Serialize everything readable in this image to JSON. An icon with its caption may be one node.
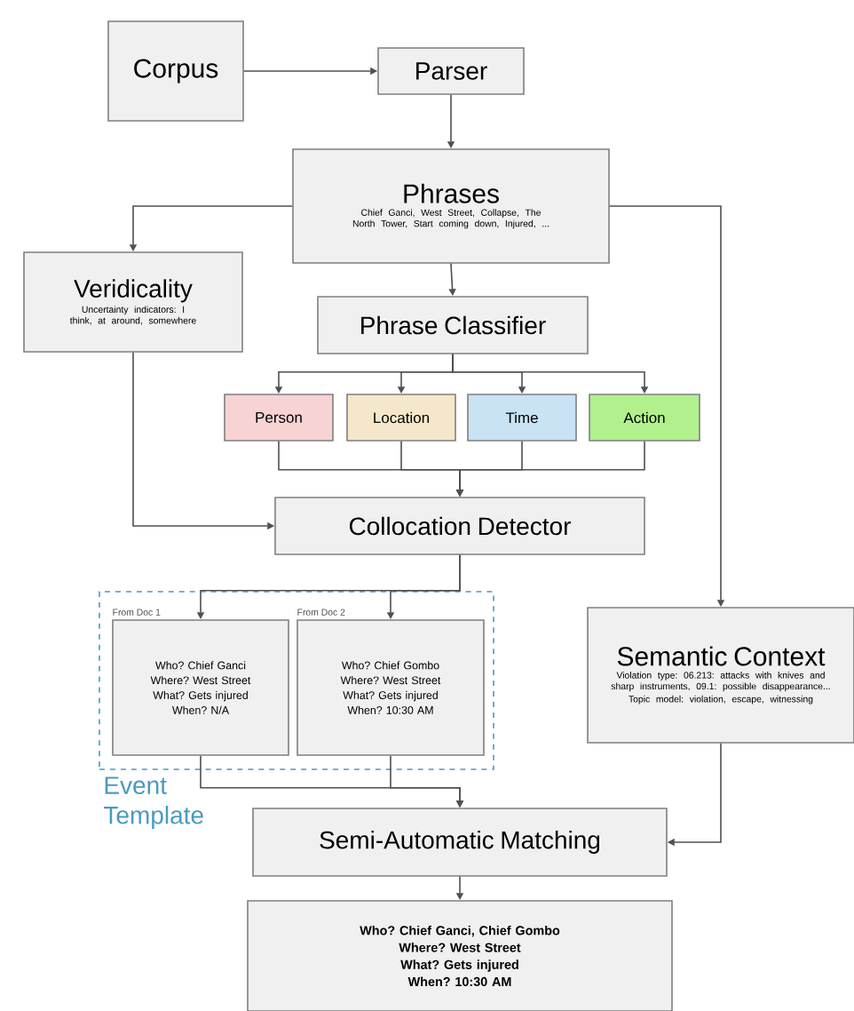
{
  "diagram": {
    "nodes": [
      {
        "text": [
          "Corpus"
        ]
      },
      {
        "text": [
          "Parser"
        ]
      },
      {
        "text": [
          "Phrases",
          "Chief Ganci, West Street, Collapse, The North Tower, Start coming down, Injured, ..."
        ]
      },
      {
        "text": [
          "Veridicality",
          "Uncertainty indicators: I think, at around, somewhere"
        ]
      },
      {
        "text": [
          "Phrase Classifier"
        ]
      },
      {
        "text": [
          "Person"
        ]
      },
      {
        "text": [
          "Location"
        ]
      },
      {
        "text": [
          "Time"
        ]
      },
      {
        "text": [
          "Action"
        ]
      },
      {
        "text": [
          "Collocation Detector"
        ]
      },
      {
        "text": [
          "Event Template"
        ]
      },
      {
        "text": [
          "From Doc 1",
          "Who? Chief Ganci",
          "Where? West Street",
          "What? Gets injured",
          "When? N/A"
        ],
        "in": 10
      },
      {
        "text": [
          "From Doc 2",
          "Who? Chief Gombo",
          "Where? West Street",
          "What? Gets injured",
          "When? 10:30 AM"
        ],
        "in": 10
      },
      {
        "text": [
          "Semantic Context",
          "Violation type: 06.213: attacks with knives and sharp instruments, 09.1: possible disappearance...",
          "Topic model: violation, escape, witnessing"
        ]
      },
      {
        "text": [
          "Semi-Automatic Matching"
        ]
      },
      {
        "text": [
          "Who? Chief Ganci, Chief Gombo",
          "Where? West Street",
          "What? Gets injured",
          "When? 10:30 AM"
        ]
      }
    ],
    "edges": [
      {
        "from": 0,
        "to": 1,
        "arrow": "to"
      },
      {
        "from": 1,
        "to": 2,
        "arrow": "to"
      },
      {
        "from": 2,
        "to": 3,
        "arrow": "to"
      },
      {
        "from": 2,
        "to": 4,
        "arrow": "to"
      },
      {
        "from": 2,
        "to": 13,
        "arrow": "to"
      },
      {
        "from": 4,
        "to": 5,
        "arrow": "to"
      },
      {
        "from": 4,
        "to": 6,
        "arrow": "to"
      },
      {
        "from": 4,
        "to": 7,
        "arrow": "to"
      },
      {
        "from": 4,
        "to": 8,
        "arrow": "to"
      },
      {
        "from": 5,
        "to": 9,
        "arrow": "to"
      },
      {
        "from": 6,
        "to": 9,
        "arrow": "to"
      },
      {
        "from": 7,
        "to": 9,
        "arrow": "to"
      },
      {
        "from": 8,
        "to": 9,
        "arrow": "to"
      },
      {
        "from": 3,
        "to": 9,
        "arrow": "to"
      },
      {
        "from": 9,
        "to": 11,
        "arrow": "to"
      },
      {
        "from": 9,
        "to": 12,
        "arrow": "to"
      },
      {
        "from": 11,
        "to": 14,
        "arrow": "to"
      },
      {
        "from": 12,
        "to": 14,
        "arrow": "to"
      },
      {
        "from": 13,
        "to": 14,
        "arrow": "to"
      },
      {
        "from": 14,
        "to": 15,
        "arrow": "to"
      }
    ]
  }
}
